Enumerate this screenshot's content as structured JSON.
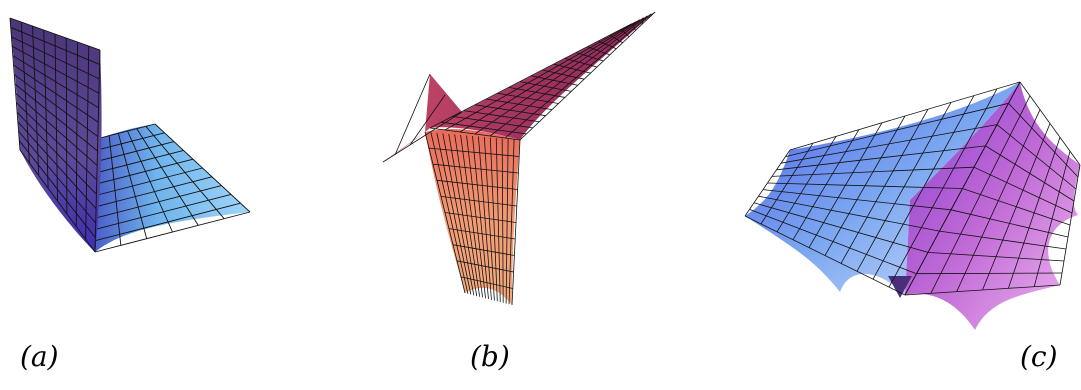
{
  "figure": {
    "panels": [
      {
        "id": "a",
        "caption": "(a)",
        "colors": {
          "light": "#7ec8f2",
          "dark": "#3b2f9a",
          "wall": "#5a3f8c"
        }
      },
      {
        "id": "b",
        "caption": "(b)",
        "colors": {
          "top": "#9b2d5e",
          "mid": "#e0705a",
          "low": "#f0a878"
        }
      },
      {
        "id": "c",
        "caption": "(c)",
        "colors": {
          "left": "#74b4f0",
          "mid": "#3d3fd1",
          "right": "#c767d8"
        }
      }
    ]
  }
}
